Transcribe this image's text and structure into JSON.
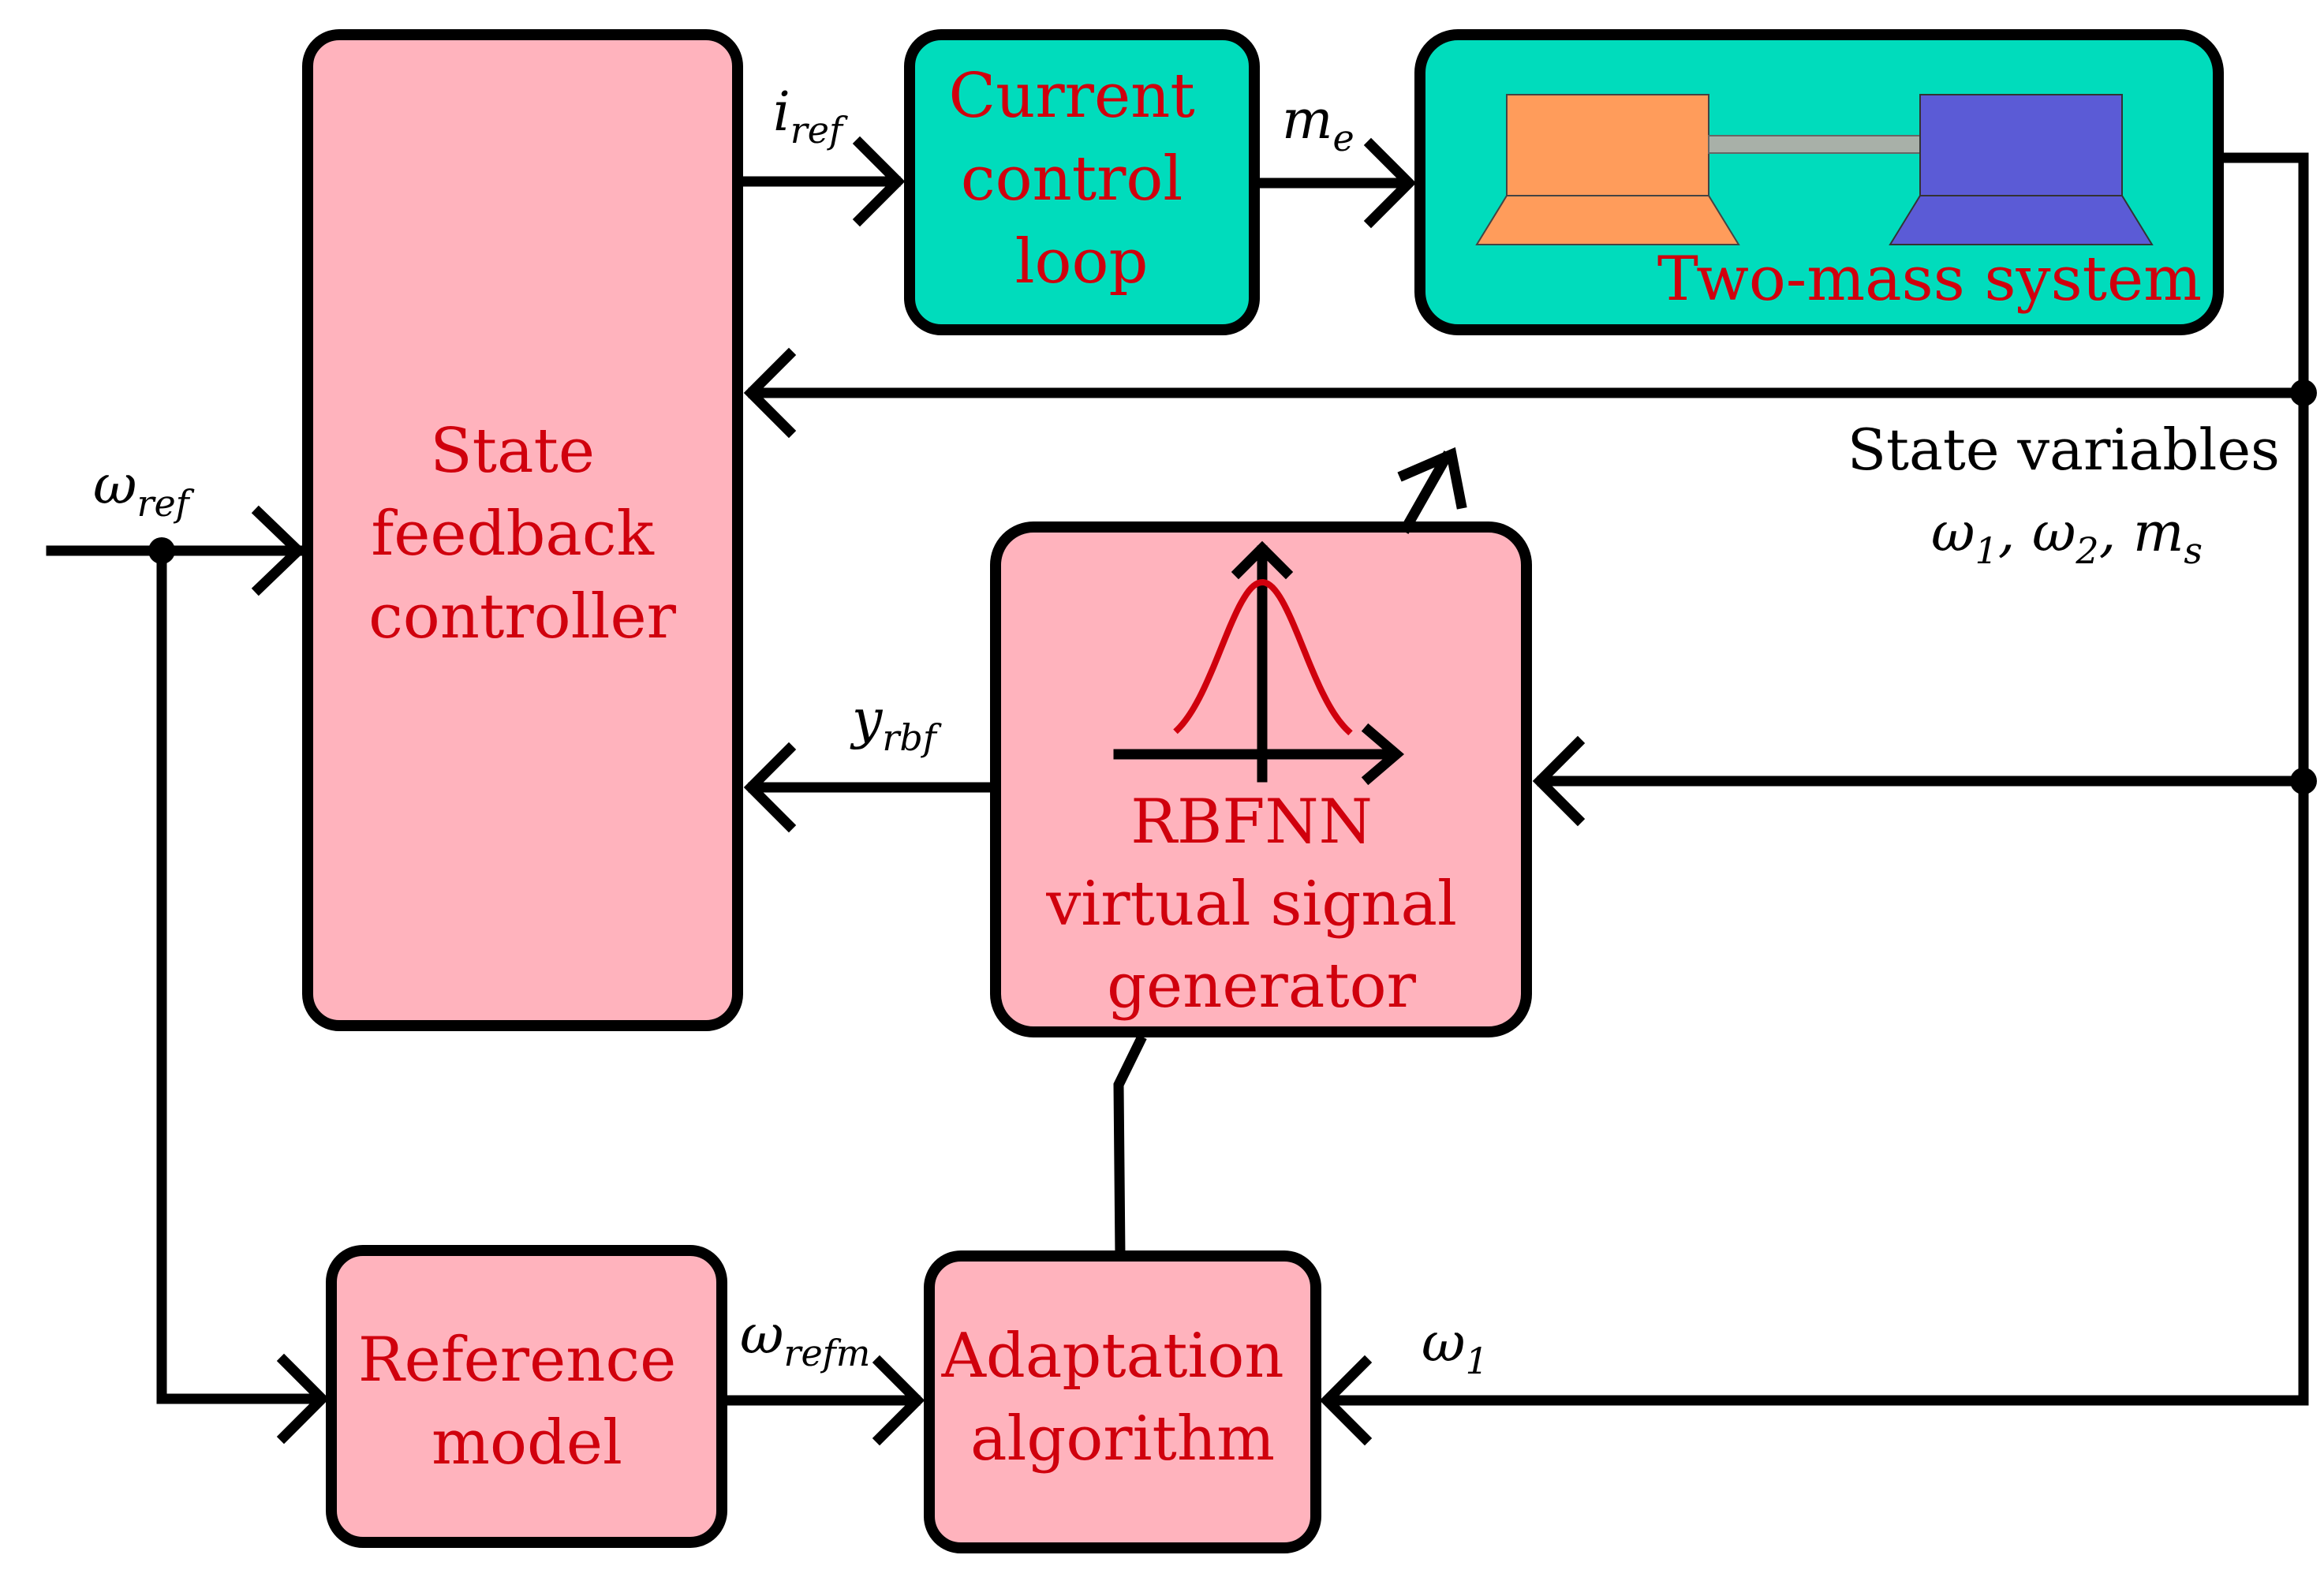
{
  "blocks": {
    "state_feedback": [
      "State",
      "feedback",
      "controller"
    ],
    "current_control": [
      "Current",
      "control",
      "loop"
    ],
    "two_mass": "Two-mass system",
    "rbfnn": [
      "RBFNN",
      "virtual signal",
      "generator"
    ],
    "reference_model": [
      "Reference",
      "model"
    ],
    "adaptation": [
      "Adaptation",
      "algorithm"
    ]
  },
  "labels": {
    "state_variables": "State variables"
  },
  "signals": {
    "w_ref": {
      "base": "ω",
      "sub": "ref"
    },
    "i_ref": {
      "base": "i",
      "sub": "ref"
    },
    "m_e": {
      "base": "m",
      "sub": "e"
    },
    "y_rbf": {
      "base": "y",
      "sub": "rbf"
    },
    "w_refm": {
      "base": "ω",
      "sub": "refm"
    },
    "w_1": {
      "base": "ω",
      "sub": "1"
    },
    "sv_w1": {
      "base": "ω",
      "sub": "1"
    },
    "sv_sep1": ", ",
    "sv_w2": {
      "base": "ω",
      "sub": "2"
    },
    "sv_sep2": ", ",
    "sv_ms": {
      "base": "m",
      "sub": "s"
    }
  },
  "colors": {
    "pink_block": "#ffb3bd",
    "teal_block": "#00dcbc",
    "red_text": "#d0000d",
    "motor_orange": "#ff9c5b",
    "load_blue": "#5b5bd6",
    "shaft_gray": "#a8b0a8"
  }
}
